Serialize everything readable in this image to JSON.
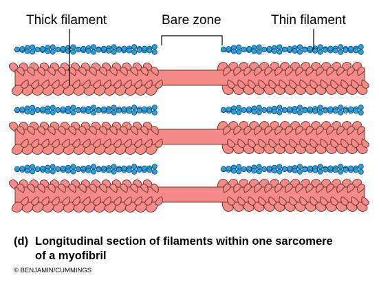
{
  "labels": {
    "thick_filament": "Thick filament",
    "bare_zone": "Bare zone",
    "thin_filament": "Thin filament"
  },
  "caption": {
    "panel": "(d)",
    "line1": "Longitudinal section of filaments within one sarcomere",
    "line2": "of a myofibril"
  },
  "credit": "© BENJAMIN/CUMMINGS",
  "colors": {
    "thin_filament": "#2b9fd8",
    "thin_filament_outline": "#0b3a6a",
    "thick_filament": "#f58a86",
    "thick_filament_outline": "#5a2a28",
    "line": "#000000"
  }
}
